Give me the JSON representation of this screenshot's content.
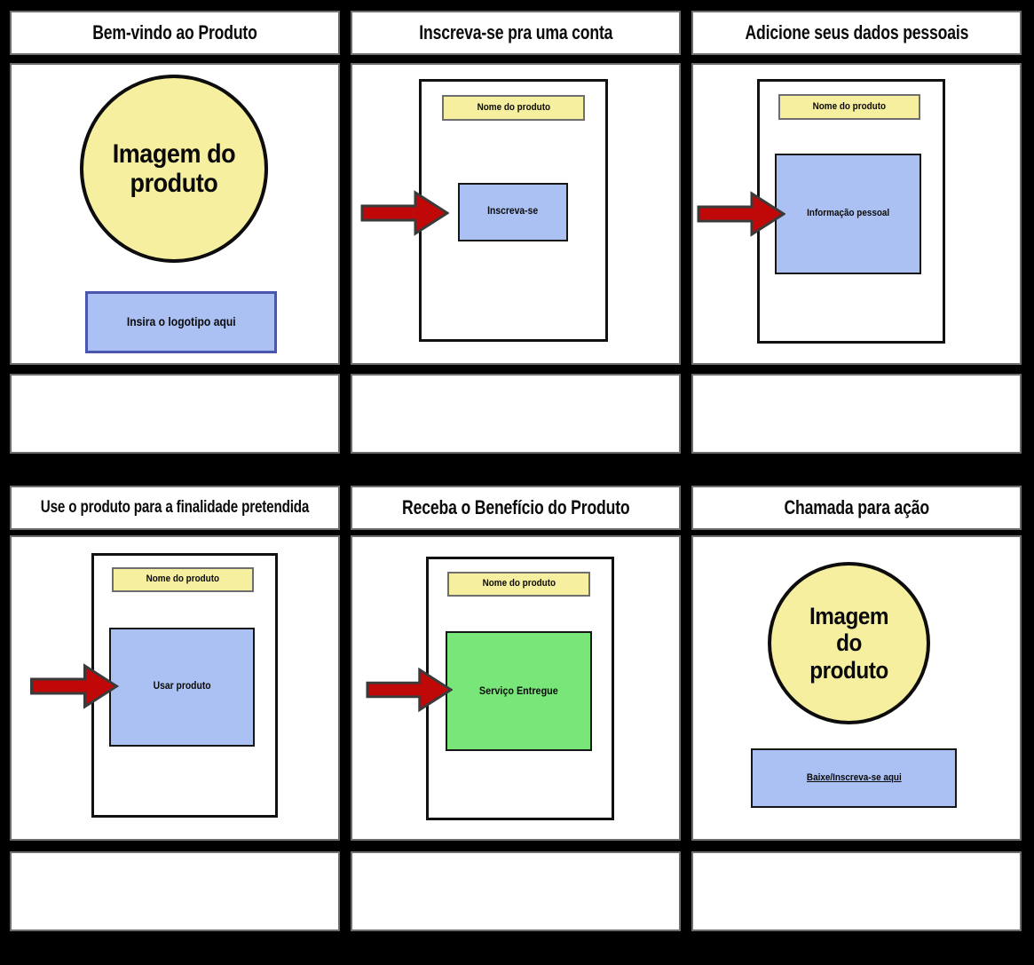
{
  "colors": {
    "background": "#000000",
    "panel_border": "#6e6e6e",
    "shape_yellow": "#f6ef9f",
    "shape_blue": "#abc1f3",
    "shape_green": "#79e679",
    "arrow_red": "#c10808",
    "logo_box_border": "#4a56ad"
  },
  "panels": [
    {
      "title": "Bem-vindo ao Produto",
      "circle_label": "Imagem do\nproduto",
      "logo_label": "Insira o logotipo aqui",
      "description": ""
    },
    {
      "title": "Inscreva-se pra uma conta",
      "product_name": "Nome do produto",
      "action_label": "Inscreva-se",
      "description": ""
    },
    {
      "title": "Adicione seus dados pessoais",
      "product_name": "Nome do produto",
      "action_label": "Informação pessoal",
      "description": ""
    },
    {
      "title": "Use o produto para a finalidade pretendida",
      "product_name": "Nome do produto",
      "action_label": "Usar produto",
      "description": ""
    },
    {
      "title": "Receba o Benefício do Produto",
      "product_name": "Nome do produto",
      "action_label": "Serviço Entregue",
      "description": ""
    },
    {
      "title": "Chamada para ação",
      "circle_label": "Imagem\ndo\nproduto",
      "cta_label": "Baixe/Inscreva-se aqui",
      "description": ""
    }
  ]
}
